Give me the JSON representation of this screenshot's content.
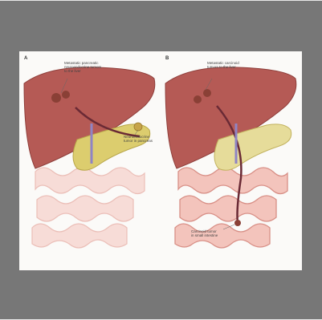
{
  "panels": [
    {
      "letter": "A",
      "callouts": {
        "liver": "Metastatic pancreatic\nneuroendocrine tumors\nto the liver",
        "primary": "Neuroendocrine\ntumor in pancreas"
      }
    },
    {
      "letter": "B",
      "callouts": {
        "liver": "Metastatic carcinoid\ntumors to the liver",
        "primary": "Carcinoid tumor\nin small intestine"
      }
    }
  ],
  "colors": {
    "liver": "#b55a55",
    "pancreas": "#dccd6e",
    "intestine": "#f3c4bc",
    "vessel": "#6a2a35",
    "tumor": "#8a4036"
  }
}
